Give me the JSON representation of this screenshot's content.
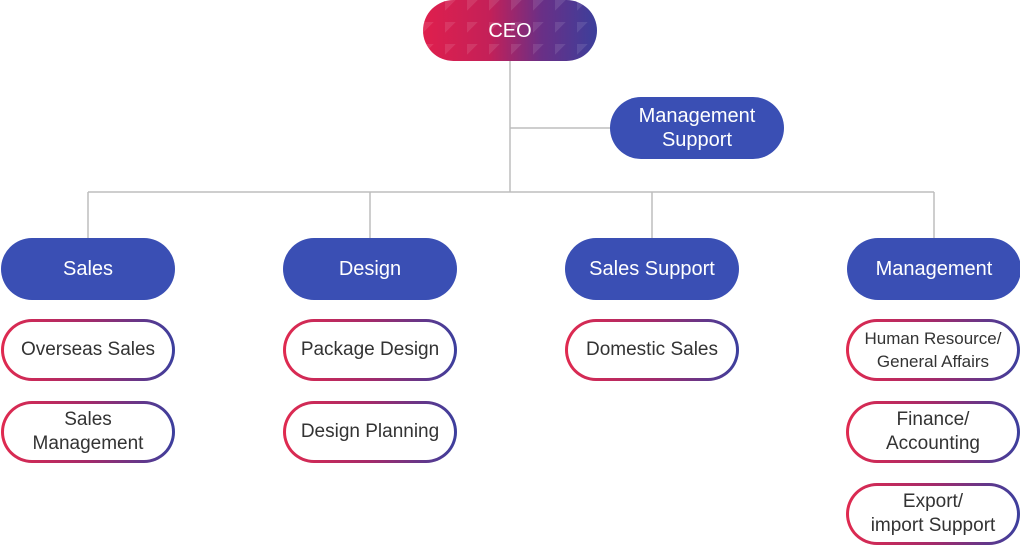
{
  "ceo": "CEO",
  "management_support": "Management\nSupport",
  "departments": [
    {
      "title": "Sales",
      "teams": [
        "Overseas Sales",
        "Sales\nManagement"
      ]
    },
    {
      "title": "Design",
      "teams": [
        "Package Design",
        "Design Planning"
      ]
    },
    {
      "title": "Sales Support",
      "teams": [
        "Domestic Sales"
      ]
    },
    {
      "title": "Management",
      "teams": [
        "Human Resource/\nGeneral Affairs",
        "Finance/\nAccounting",
        "Export/\nimport Support"
      ]
    }
  ],
  "colors": {
    "department_fill": "#3a4fb4",
    "connector_line": "#bdbdbd",
    "team_border_start": "#e02a4f",
    "team_border_end": "#3b3f9e",
    "ceo_gradient_start": "#df1f4d",
    "ceo_gradient_end": "#3c3f9b"
  }
}
